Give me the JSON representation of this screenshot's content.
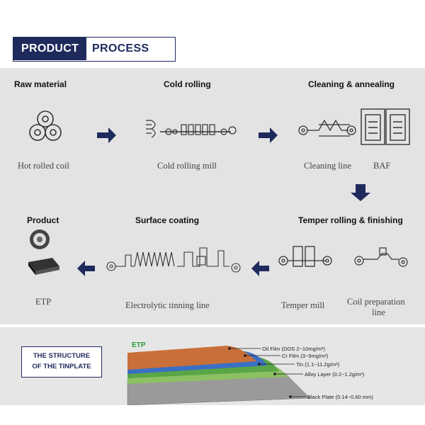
{
  "header": {
    "part1": "PRODUCT",
    "part2": "PROCESS"
  },
  "stages": {
    "raw_material": "Raw material",
    "cold_rolling": "Cold rolling",
    "cleaning_annealing": "Cleaning & annealing",
    "temper_finishing": "Temper rolling & finishing",
    "surface_coating": "Surface coating",
    "product": "Product"
  },
  "captions": {
    "hot_rolled_coil": "Hot rolled coil",
    "cold_rolling_mill": "Cold rolling mill",
    "cleaning_line": "Cleaning line",
    "baf": "BAF",
    "coil_preparation": "Coil preparation",
    "coil_preparation_2": "line",
    "temper_mill": "Temper mill",
    "electrolytic_tinning": "Electrolytic tinning line",
    "etp": "ETP"
  },
  "structure": {
    "box_line1": "THE STRUCTURE",
    "box_line2": "OF THE TINPLATE",
    "tag": "ETP",
    "layers": [
      "Oil Film (DOS 2~10mg/m²)",
      "Cr Film (3~9mg/m²)",
      "Tin (1.1~11.2g/m²)",
      "Alloy Layer (0.2~1.2g/m²)",
      "Black Plate (0.14~0.60 mm)"
    ]
  },
  "colors": {
    "navy": "#1f2a5c",
    "panel": "#e3e3e3",
    "copper": "#c9703a",
    "blue": "#3a6fc4",
    "green": "#6ab04c"
  }
}
